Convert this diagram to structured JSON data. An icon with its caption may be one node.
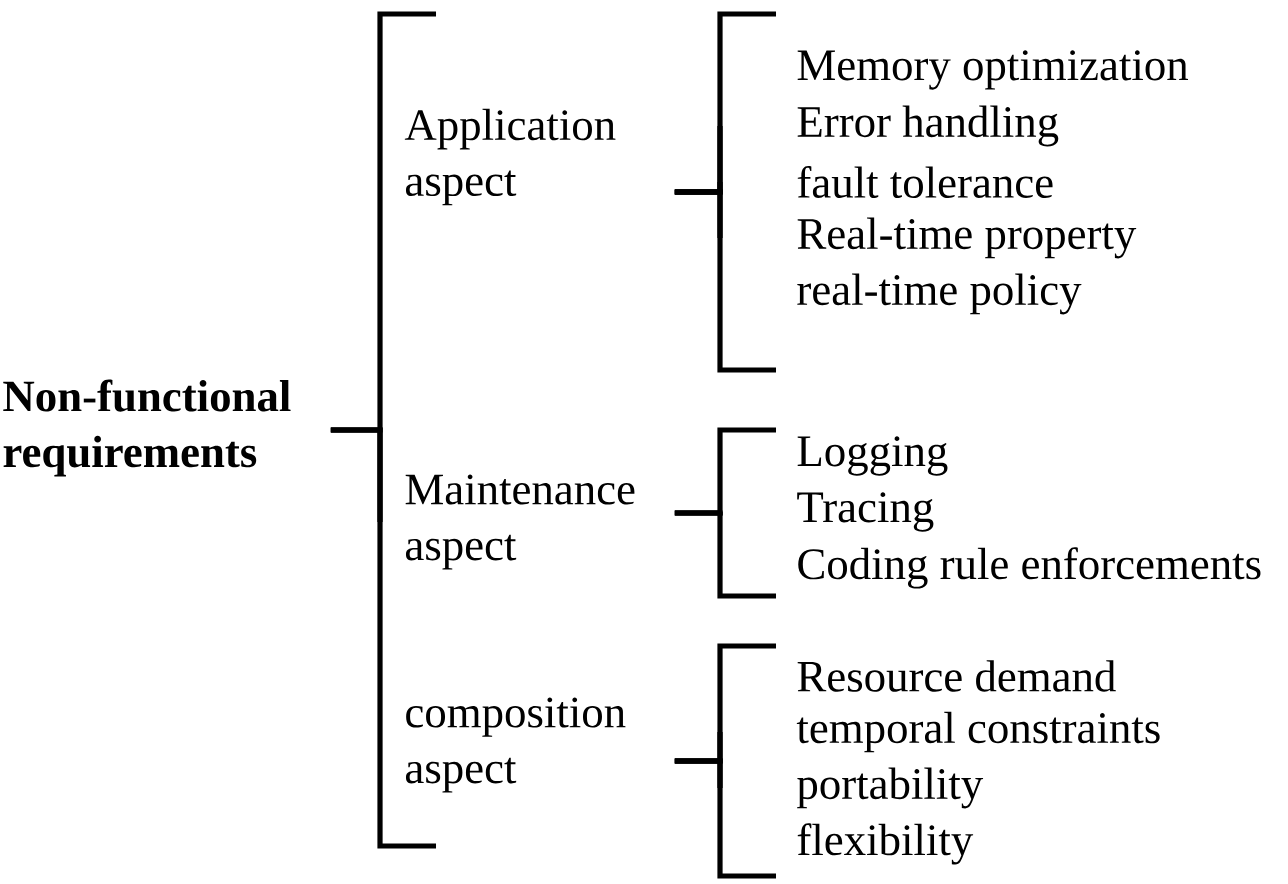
{
  "diagram": {
    "nodes": [
      {
        "text": [
          "Non-functional requirements"
        ]
      },
      {
        "text": [
          "Application aspect"
        ]
      },
      {
        "text": [
          "Memory optimization"
        ]
      },
      {
        "text": [
          "Error handling"
        ]
      },
      {
        "text": [
          "fault tolerance"
        ]
      },
      {
        "text": [
          "Real-time property"
        ]
      },
      {
        "text": [
          "real-time policy"
        ]
      },
      {
        "text": [
          "Maintenance aspect"
        ]
      },
      {
        "text": [
          "Logging"
        ]
      },
      {
        "text": [
          "Tracing"
        ]
      },
      {
        "text": [
          "Coding rule enforcements"
        ]
      },
      {
        "text": [
          "composition aspect"
        ]
      },
      {
        "text": [
          "Resource demand"
        ]
      },
      {
        "text": [
          "temporal constraints"
        ]
      },
      {
        "text": [
          "portability"
        ]
      },
      {
        "text": [
          "flexibility"
        ]
      }
    ],
    "edges": [
      {
        "from": 0,
        "to": 1,
        "arrow": "none"
      },
      {
        "from": 0,
        "to": 7,
        "arrow": "none"
      },
      {
        "from": 0,
        "to": 11,
        "arrow": "none"
      },
      {
        "from": 1,
        "to": 2,
        "arrow": "none"
      },
      {
        "from": 1,
        "to": 3,
        "arrow": "none"
      },
      {
        "from": 1,
        "to": 4,
        "arrow": "none"
      },
      {
        "from": 1,
        "to": 5,
        "arrow": "none"
      },
      {
        "from": 1,
        "to": 6,
        "arrow": "none"
      },
      {
        "from": 7,
        "to": 8,
        "arrow": "none"
      },
      {
        "from": 7,
        "to": 9,
        "arrow": "none"
      },
      {
        "from": 7,
        "to": 10,
        "arrow": "none"
      },
      {
        "from": 11,
        "to": 12,
        "arrow": "none"
      },
      {
        "from": 11,
        "to": 13,
        "arrow": "none"
      },
      {
        "from": 11,
        "to": 14,
        "arrow": "none"
      },
      {
        "from": 11,
        "to": 15,
        "arrow": "none"
      }
    ]
  }
}
